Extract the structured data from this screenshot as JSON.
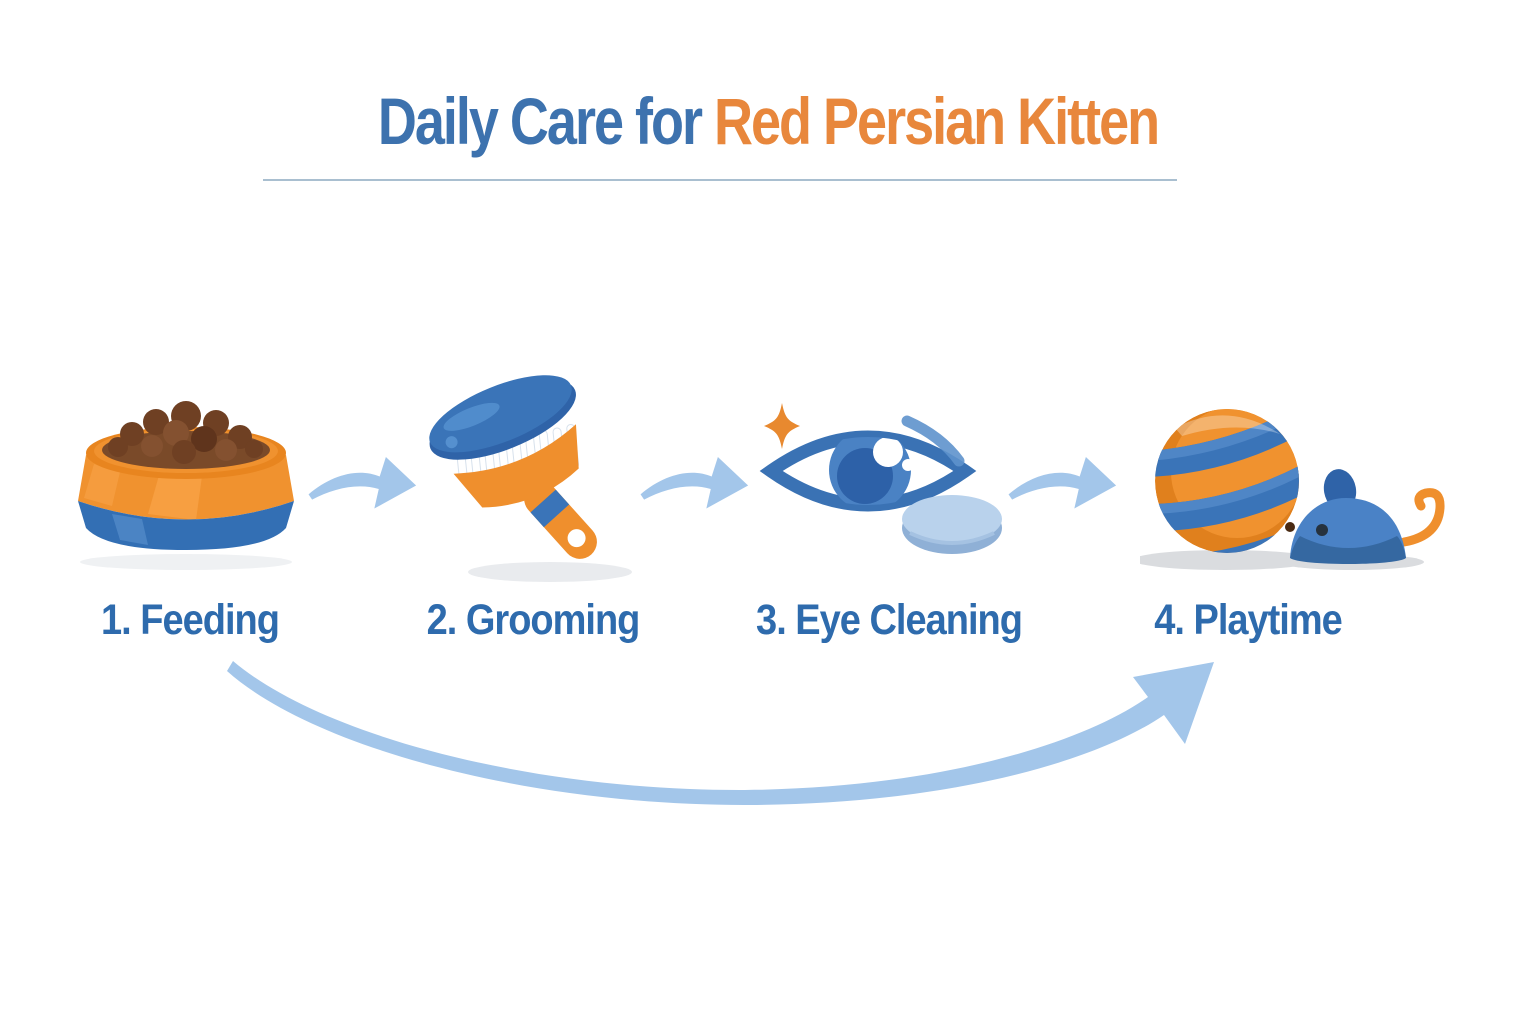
{
  "title": {
    "full_text": "Daily Care for Red Persian Kitten",
    "part_blue": "Daily Care for ",
    "part_orange": "Red Persian Kitten"
  },
  "steps": [
    {
      "label": "1. Feeding",
      "icon": "food-bowl"
    },
    {
      "label": "2. Grooming",
      "icon": "grooming-brush"
    },
    {
      "label": "3. Eye Cleaning",
      "icon": "eye-and-cotton-pad"
    },
    {
      "label": "4. Playtime",
      "icon": "ball-and-toy-mouse"
    }
  ],
  "flow": {
    "forward_arrows": 3,
    "cycle_arrow": "from step 1 back up to step 4"
  },
  "colors": {
    "background": "#ffffff",
    "title_blue": "#3d72ae",
    "title_orange": "#e8873c",
    "label_blue": "#2e6bad",
    "divider": "#a9bfd0",
    "arrow_light_blue": "#a3c6ea",
    "icon_orange": "#f0922f",
    "icon_orange_dark": "#e0801d",
    "icon_blue": "#3a74b8",
    "icon_blue_dark": "#2f63a8",
    "kibble_brown": "#7a4a29",
    "cotton_pad_blue": "#b9d2ec",
    "shadow_gray": "#e9ebee"
  }
}
